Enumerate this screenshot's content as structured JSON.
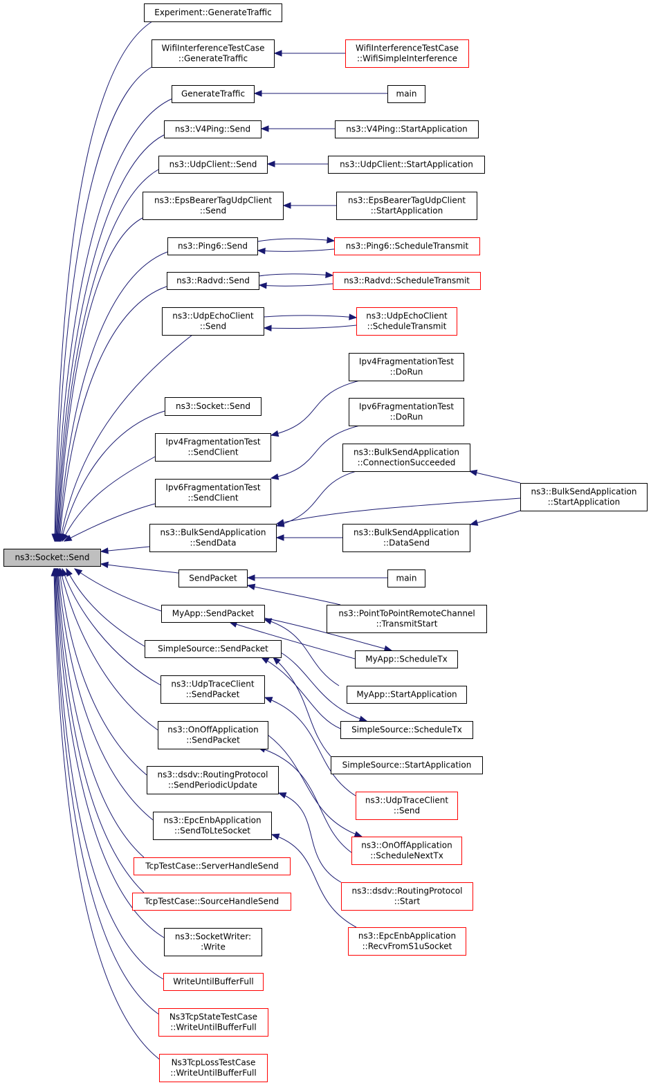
{
  "graph": {
    "root": "root",
    "nodes": [
      {
        "id": "root",
        "lines": [
          "ns3::Socket::Send"
        ],
        "style": "root"
      },
      {
        "id": "expgen",
        "lines": [
          "Experiment::GenerateTraffic"
        ],
        "style": "normal"
      },
      {
        "id": "wifigen",
        "lines": [
          "WifiInterferenceTestCase",
          "::GenerateTraffic"
        ],
        "style": "normal"
      },
      {
        "id": "wifisimple",
        "lines": [
          "WifiInterferenceTestCase",
          "::WifiSimpleInterference"
        ],
        "style": "red"
      },
      {
        "id": "gentraffic",
        "lines": [
          "GenerateTraffic"
        ],
        "style": "normal"
      },
      {
        "id": "main1",
        "lines": [
          "main"
        ],
        "style": "normal"
      },
      {
        "id": "v4send",
        "lines": [
          "ns3::V4Ping::Send"
        ],
        "style": "normal"
      },
      {
        "id": "v4start",
        "lines": [
          "ns3::V4Ping::StartApplication"
        ],
        "style": "normal"
      },
      {
        "id": "udpcsend",
        "lines": [
          "ns3::UdpClient::Send"
        ],
        "style": "normal"
      },
      {
        "id": "udpcstart",
        "lines": [
          "ns3::UdpClient::StartApplication"
        ],
        "style": "normal"
      },
      {
        "id": "epsbsend",
        "lines": [
          "ns3::EpsBearerTagUdpClient",
          "::Send"
        ],
        "style": "normal"
      },
      {
        "id": "epsbstart",
        "lines": [
          "ns3::EpsBearerTagUdpClient",
          "::StartApplication"
        ],
        "style": "normal"
      },
      {
        "id": "ping6send",
        "lines": [
          "ns3::Ping6::Send"
        ],
        "style": "normal"
      },
      {
        "id": "ping6sched",
        "lines": [
          "ns3::Ping6::ScheduleTransmit"
        ],
        "style": "red"
      },
      {
        "id": "radvdsend",
        "lines": [
          "ns3::Radvd::Send"
        ],
        "style": "normal"
      },
      {
        "id": "radvdsched",
        "lines": [
          "ns3::Radvd::ScheduleTransmit"
        ],
        "style": "red"
      },
      {
        "id": "echosend",
        "lines": [
          "ns3::UdpEchoClient",
          "::Send"
        ],
        "style": "normal"
      },
      {
        "id": "echosched",
        "lines": [
          "ns3::UdpEchoClient",
          "::ScheduleTransmit"
        ],
        "style": "red"
      },
      {
        "id": "ipv4run",
        "lines": [
          "Ipv4FragmentationTest",
          "::DoRun"
        ],
        "style": "normal"
      },
      {
        "id": "socksend",
        "lines": [
          "ns3::Socket::Send"
        ],
        "style": "normal"
      },
      {
        "id": "ipv6run",
        "lines": [
          "Ipv6FragmentationTest",
          "::DoRun"
        ],
        "style": "normal"
      },
      {
        "id": "ipv4client",
        "lines": [
          "Ipv4FragmentationTest",
          "::SendClient"
        ],
        "style": "normal"
      },
      {
        "id": "bulkconn",
        "lines": [
          "ns3::BulkSendApplication",
          "::ConnectionSucceeded"
        ],
        "style": "normal"
      },
      {
        "id": "ipv6client",
        "lines": [
          "Ipv6FragmentationTest",
          "::SendClient"
        ],
        "style": "normal"
      },
      {
        "id": "bulkstart",
        "lines": [
          "ns3::BulkSendApplication",
          "::StartApplication"
        ],
        "style": "normal"
      },
      {
        "id": "bulksenddata",
        "lines": [
          "ns3::BulkSendApplication",
          "::SendData"
        ],
        "style": "normal"
      },
      {
        "id": "bulkdatasend",
        "lines": [
          "ns3::BulkSendApplication",
          "::DataSend"
        ],
        "style": "normal"
      },
      {
        "id": "sendpacket",
        "lines": [
          "SendPacket"
        ],
        "style": "normal"
      },
      {
        "id": "main2",
        "lines": [
          "main"
        ],
        "style": "normal"
      },
      {
        "id": "p2ptx",
        "lines": [
          "ns3::PointToPointRemoteChannel",
          "::TransmitStart"
        ],
        "style": "normal"
      },
      {
        "id": "myappsend",
        "lines": [
          "MyApp::SendPacket"
        ],
        "style": "normal"
      },
      {
        "id": "myappsched",
        "lines": [
          "MyApp::ScheduleTx"
        ],
        "style": "normal"
      },
      {
        "id": "simplesend",
        "lines": [
          "SimpleSource::SendPacket"
        ],
        "style": "normal"
      },
      {
        "id": "myappstart",
        "lines": [
          "MyApp::StartApplication"
        ],
        "style": "normal"
      },
      {
        "id": "udptracesendpkt",
        "lines": [
          "ns3::UdpTraceClient",
          "::SendPacket"
        ],
        "style": "normal"
      },
      {
        "id": "simplesched",
        "lines": [
          "SimpleSource::ScheduleTx"
        ],
        "style": "normal"
      },
      {
        "id": "onoffsend",
        "lines": [
          "ns3::OnOffApplication",
          "::SendPacket"
        ],
        "style": "normal"
      },
      {
        "id": "simplestart",
        "lines": [
          "SimpleSource::StartApplication"
        ],
        "style": "normal"
      },
      {
        "id": "dsdvsend",
        "lines": [
          "ns3::dsdv::RoutingProtocol",
          "::SendPeriodicUpdate"
        ],
        "style": "normal"
      },
      {
        "id": "udptracesend",
        "lines": [
          "ns3::UdpTraceClient",
          "::Send"
        ],
        "style": "red"
      },
      {
        "id": "epcsend",
        "lines": [
          "ns3::EpcEnbApplication",
          "::SendToLteSocket"
        ],
        "style": "normal"
      },
      {
        "id": "onoffsched",
        "lines": [
          "ns3::OnOffApplication",
          "::ScheduleNextTx"
        ],
        "style": "red"
      },
      {
        "id": "tcpserver",
        "lines": [
          "TcpTestCase::ServerHandleSend"
        ],
        "style": "red"
      },
      {
        "id": "dsdvstart",
        "lines": [
          "ns3::dsdv::RoutingProtocol",
          "::Start"
        ],
        "style": "red"
      },
      {
        "id": "tcpsource",
        "lines": [
          "TcpTestCase::SourceHandleSend"
        ],
        "style": "red"
      },
      {
        "id": "epcrecv",
        "lines": [
          "ns3::EpcEnbApplication",
          "::RecvFromS1uSocket"
        ],
        "style": "red"
      },
      {
        "id": "sockwriter",
        "lines": [
          "ns3::SocketWriter:",
          ":Write"
        ],
        "style": "normal"
      },
      {
        "id": "writefull",
        "lines": [
          "WriteUntilBufferFull"
        ],
        "style": "red"
      },
      {
        "id": "tcpstate",
        "lines": [
          "Ns3TcpStateTestCase",
          "::WriteUntilBufferFull"
        ],
        "style": "red"
      },
      {
        "id": "tcploss",
        "lines": [
          "Ns3TcpLossTestCase",
          "::WriteUntilBufferFull"
        ],
        "style": "red"
      }
    ],
    "edges": [
      {
        "from": "expgen",
        "to": "root"
      },
      {
        "from": "wifigen",
        "to": "root"
      },
      {
        "from": "gentraffic",
        "to": "root"
      },
      {
        "from": "v4send",
        "to": "root"
      },
      {
        "from": "udpcsend",
        "to": "root"
      },
      {
        "from": "epsbsend",
        "to": "root"
      },
      {
        "from": "ping6send",
        "to": "root"
      },
      {
        "from": "radvdsend",
        "to": "root"
      },
      {
        "from": "echosend",
        "to": "root"
      },
      {
        "from": "socksend",
        "to": "root"
      },
      {
        "from": "ipv4client",
        "to": "root"
      },
      {
        "from": "ipv6client",
        "to": "root"
      },
      {
        "from": "bulksenddata",
        "to": "root"
      },
      {
        "from": "sendpacket",
        "to": "root"
      },
      {
        "from": "myappsend",
        "to": "root"
      },
      {
        "from": "simplesend",
        "to": "root"
      },
      {
        "from": "udptracesendpkt",
        "to": "root"
      },
      {
        "from": "onoffsend",
        "to": "root"
      },
      {
        "from": "dsdvsend",
        "to": "root"
      },
      {
        "from": "epcsend",
        "to": "root"
      },
      {
        "from": "tcpserver",
        "to": "root"
      },
      {
        "from": "tcpsource",
        "to": "root"
      },
      {
        "from": "sockwriter",
        "to": "root"
      },
      {
        "from": "writefull",
        "to": "root"
      },
      {
        "from": "tcpstate",
        "to": "root"
      },
      {
        "from": "tcploss",
        "to": "root"
      },
      {
        "from": "wifisimple",
        "to": "wifigen"
      },
      {
        "from": "main1",
        "to": "gentraffic"
      },
      {
        "from": "v4start",
        "to": "v4send"
      },
      {
        "from": "udpcstart",
        "to": "udpcsend"
      },
      {
        "from": "epsbstart",
        "to": "epsbsend"
      },
      {
        "from": "ping6send",
        "to": "ping6sched"
      },
      {
        "from": "ping6sched",
        "to": "ping6send"
      },
      {
        "from": "radvdsend",
        "to": "radvdsched"
      },
      {
        "from": "radvdsched",
        "to": "radvdsend"
      },
      {
        "from": "echosend",
        "to": "echosched"
      },
      {
        "from": "echosched",
        "to": "echosend"
      },
      {
        "from": "ipv4run",
        "to": "ipv4client"
      },
      {
        "from": "ipv6run",
        "to": "ipv6client"
      },
      {
        "from": "bulkconn",
        "to": "bulksenddata"
      },
      {
        "from": "bulkstart",
        "to": "bulksenddata"
      },
      {
        "from": "bulkstart",
        "to": "bulkconn"
      },
      {
        "from": "bulkstart",
        "to": "bulkdatasend"
      },
      {
        "from": "bulkdatasend",
        "to": "bulksenddata"
      },
      {
        "from": "main2",
        "to": "sendpacket"
      },
      {
        "from": "p2ptx",
        "to": "sendpacket"
      },
      {
        "from": "myappsched",
        "to": "myappsend"
      },
      {
        "from": "myappsend",
        "to": "myappsched"
      },
      {
        "from": "myappstart",
        "to": "myappsend"
      },
      {
        "from": "simplesched",
        "to": "simplesend"
      },
      {
        "from": "simplesend",
        "to": "simplesched"
      },
      {
        "from": "simplestart",
        "to": "simplesend"
      },
      {
        "from": "udptracesend",
        "to": "udptracesendpkt"
      },
      {
        "from": "onoffsched",
        "to": "onoffsend"
      },
      {
        "from": "onoffsend",
        "to": "onoffsched"
      },
      {
        "from": "dsdvstart",
        "to": "dsdvsend"
      },
      {
        "from": "epcrecv",
        "to": "epcsend"
      }
    ],
    "colors": {
      "edge": "#191970",
      "box_border": "#000000",
      "box_border_red": "#ff0000",
      "root_fill": "#bfbfbf",
      "box_fill": "#ffffff"
    }
  }
}
